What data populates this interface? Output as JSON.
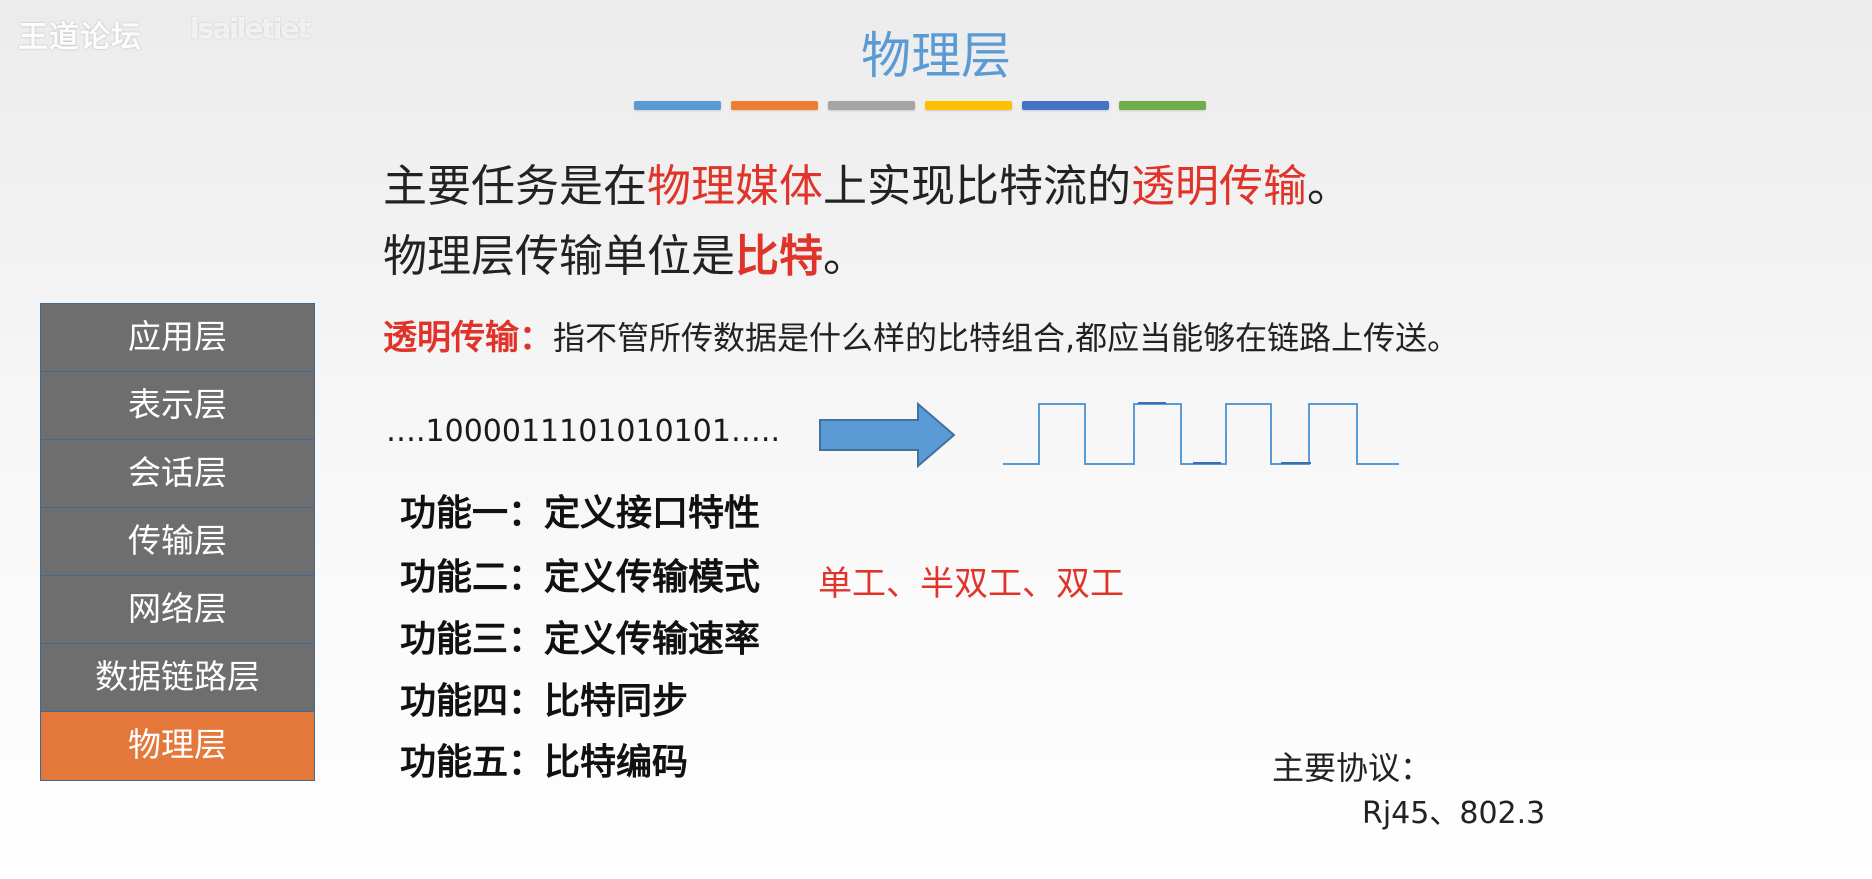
{
  "watermark": {
    "text": "王道论坛",
    "trailing_glyphs": "lsailetiet"
  },
  "slide": {
    "title": "物理层",
    "title_color": "#5b9bd5",
    "accent_bar_colors": [
      "#5b9bd5",
      "#ed7d31",
      "#a5a5a5",
      "#ffc000",
      "#4472c4",
      "#70ad47"
    ],
    "main_line1": {
      "part1": "主要任务是在",
      "highlight1": "物理媒体",
      "part2": "上实现比特流的",
      "highlight2": "透明传输",
      "part3": "。"
    },
    "main_line2": {
      "part1": "物理层传输单位是",
      "highlight": "比特",
      "part2": "。"
    },
    "definition": {
      "term": "透明传输：",
      "text": "指不管所传数据是什么样的比特组合,都应当能够在链路上传送。"
    },
    "bitstream": "….1000011101010101…..",
    "functions": [
      "功能一：定义接口特性",
      "功能二：定义传输模式",
      "功能三：定义传输速率",
      "功能四：比特同步",
      "功能五：比特编码"
    ],
    "transmission_modes": "单工、半双工、双工",
    "protocols": {
      "label": "主要协议：",
      "value": "Rj45、802.3"
    }
  },
  "osi_stack": {
    "layers": [
      "应用层",
      "表示层",
      "会话层",
      "传输层",
      "网络层",
      "数据链路层",
      "物理层"
    ],
    "active_index": 6,
    "active_color": "#e4773a",
    "inactive_color": "#6e6e6e"
  },
  "icons": {
    "arrow": "right-arrow-icon",
    "waveform": "square-wave-icon"
  }
}
